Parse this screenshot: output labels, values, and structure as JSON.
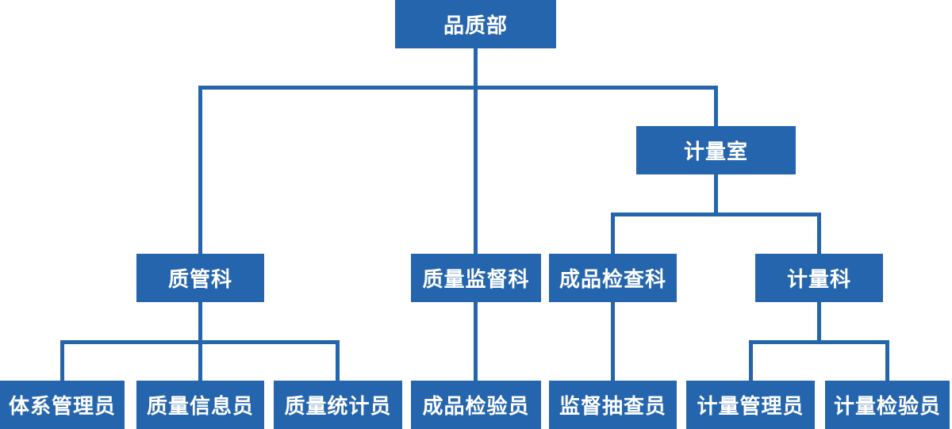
{
  "diagram": {
    "type": "org-chart",
    "nodes": {
      "root": "品质部",
      "metrology_room": "计量室",
      "quality_mgmt_section": "质管科",
      "quality_supervision_section": "质量监督科",
      "product_check_section": "成品检查科",
      "metrology_section": "计量科",
      "system_admin": "体系管理员",
      "quality_info_officer": "质量信息员",
      "quality_statistician": "质量统计员",
      "product_inspector": "成品检验员",
      "supervision_sampler": "监督抽查员",
      "metrology_admin": "计量管理员",
      "metrology_inspector": "计量检验员"
    },
    "hierarchy": {
      "品质部": {
        "质管科": [
          "体系管理员",
          "质量信息员",
          "质量统计员"
        ],
        "质量监督科": [
          "成品检验员"
        ],
        "计量室": {
          "成品检查科": [
            "监督抽查员"
          ],
          "计量科": [
            "计量管理员",
            "计量检验员"
          ]
        }
      }
    }
  },
  "colors": {
    "node_fill": "#2565ae",
    "connector": "#2565ae",
    "node_text": "#ffffff",
    "background": "#ffffff"
  }
}
